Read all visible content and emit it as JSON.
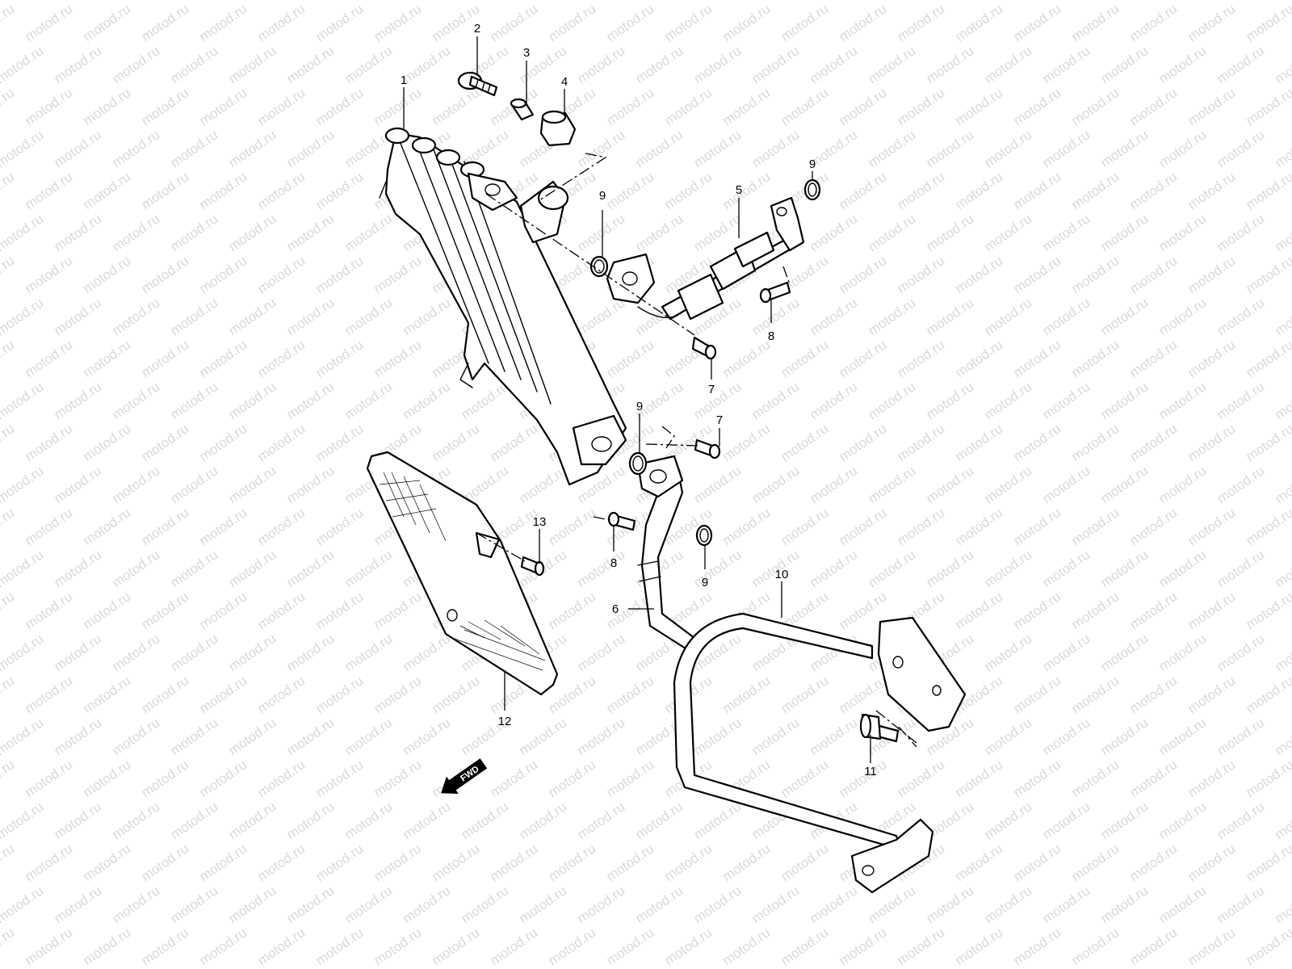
{
  "watermark": "motod.ru",
  "direction_badge": {
    "label": "FWD",
    "icon": "forward-arrow-icon"
  },
  "callouts": [
    {
      "id": "1",
      "label": "1"
    },
    {
      "id": "2",
      "label": "2"
    },
    {
      "id": "3",
      "label": "3"
    },
    {
      "id": "4",
      "label": "4"
    },
    {
      "id": "5",
      "label": "5"
    },
    {
      "id": "6",
      "label": "6"
    },
    {
      "id": "7a",
      "label": "7"
    },
    {
      "id": "7b",
      "label": "7"
    },
    {
      "id": "8a",
      "label": "8"
    },
    {
      "id": "8b",
      "label": "8"
    },
    {
      "id": "9a",
      "label": "9"
    },
    {
      "id": "9b",
      "label": "9"
    },
    {
      "id": "9c",
      "label": "9"
    },
    {
      "id": "9d",
      "label": "9"
    },
    {
      "id": "10",
      "label": "10"
    },
    {
      "id": "11",
      "label": "11"
    },
    {
      "id": "12",
      "label": "12"
    },
    {
      "id": "13",
      "label": "13"
    }
  ],
  "colors": {
    "line": "#000000",
    "background": "#ffffff",
    "watermark": "#d9d9d9"
  }
}
